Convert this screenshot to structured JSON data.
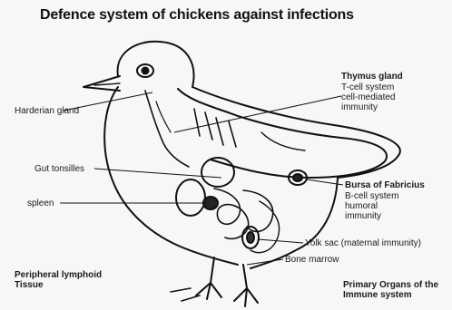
{
  "title": "Defence system of chickens against infections",
  "labels": {
    "thymus": {
      "heading": "Thymus gland",
      "lines": [
        "T-cell system",
        "cell-mediated",
        "immunity"
      ]
    },
    "harderian": "Harderian gland",
    "gut_tonsilles": "Gut tonsilles",
    "spleen": "spleen",
    "bursa": {
      "heading": "Bursa of Fabricius",
      "lines": [
        "B-cell system",
        "humoral",
        "immunity"
      ]
    },
    "yolk_sac": "Yolk sac (maternal immunity)",
    "bone_marrow": "Bone marrow",
    "peripheral": [
      "Peripheral lymphoid",
      "Tissue"
    ],
    "primary": [
      "Primary Organs of the",
      "Immune system"
    ]
  }
}
